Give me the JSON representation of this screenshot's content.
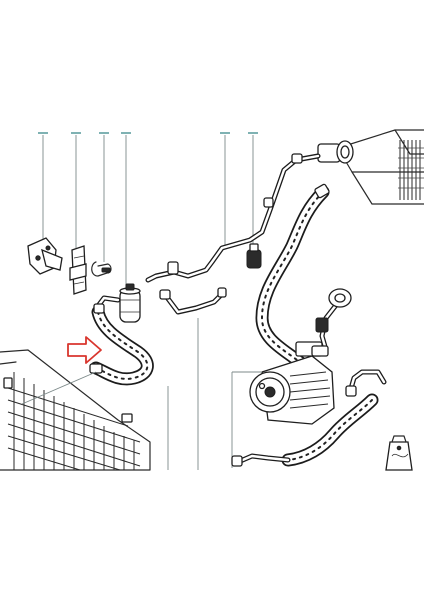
{
  "colors": {
    "background": "#ffffff",
    "line": "#1f1f1f",
    "callout_marker": "#5f9ea0",
    "highlight_arrow": "#d9362e"
  },
  "callouts": [
    {
      "name": "callout-bracket"
    },
    {
      "name": "callout-clamp-plate"
    },
    {
      "name": "callout-hose-clip"
    },
    {
      "name": "callout-dehydrator"
    },
    {
      "name": "callout-pressure-pipe"
    },
    {
      "name": "callout-pressure-switch"
    }
  ],
  "highlight": {
    "icon": "arrow-right-outline-icon",
    "color": "#d9362e",
    "meaning": "indicated-hose"
  }
}
